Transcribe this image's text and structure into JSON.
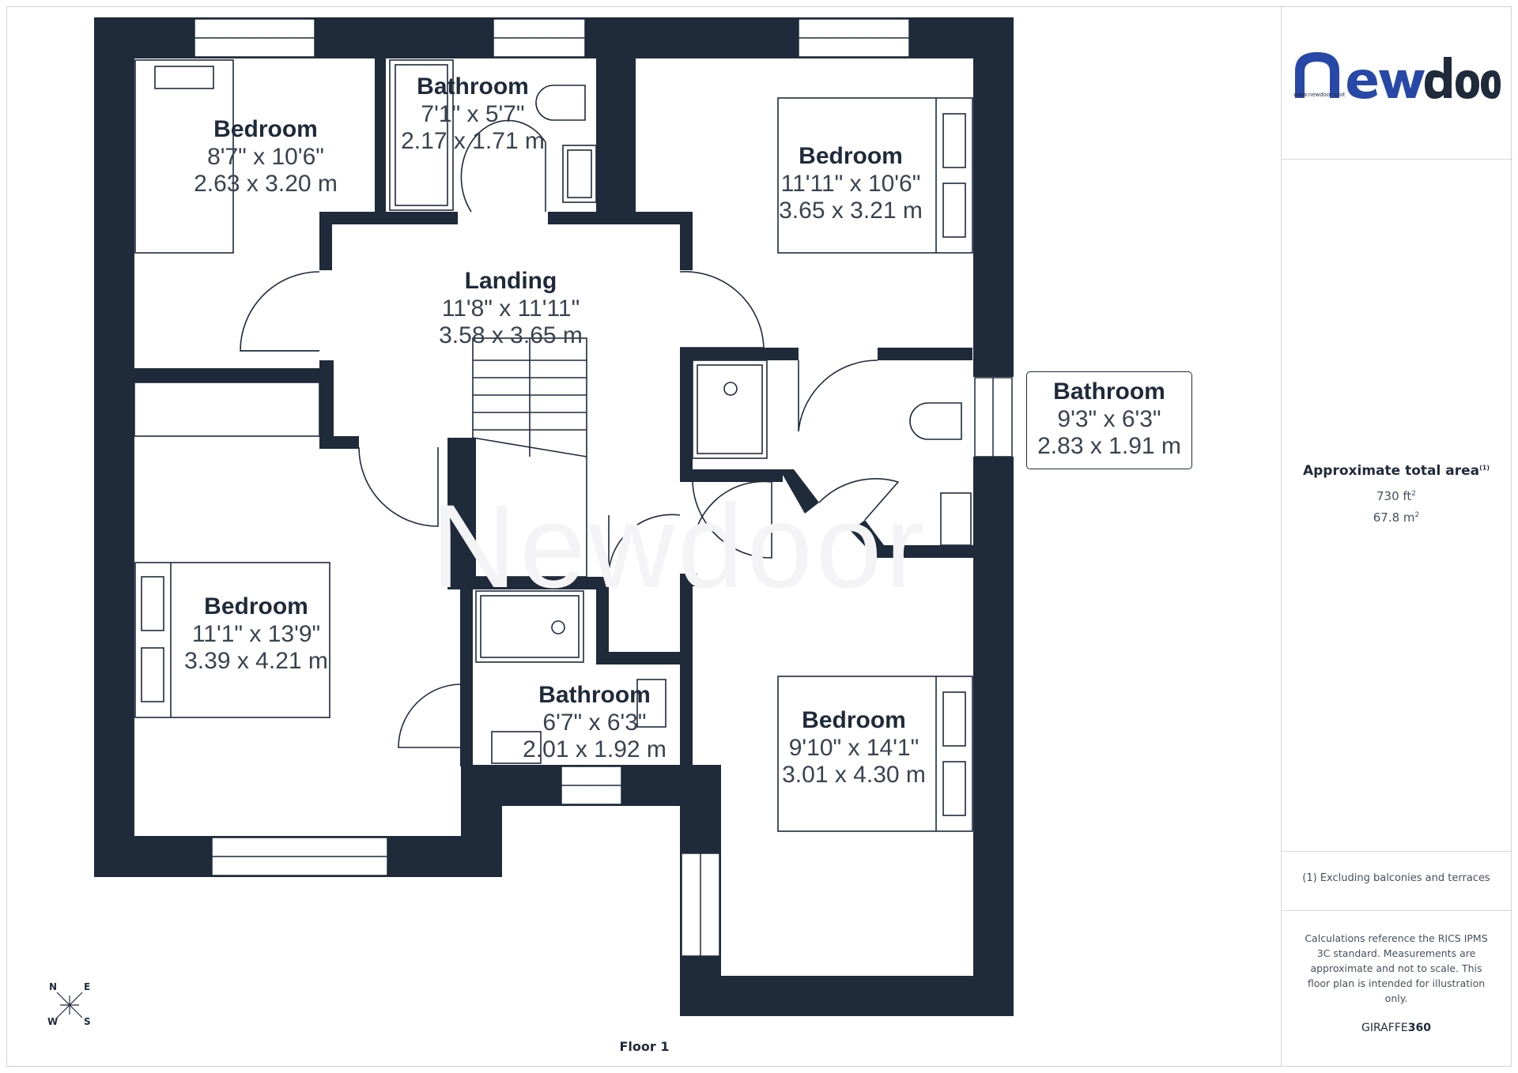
{
  "brand": {
    "logo_text": "Newdoor",
    "logo_url": "www.newdoor.scot"
  },
  "area": {
    "title": "Approximate total area",
    "title_note": "(1)",
    "ft": "730 ft",
    "m": "67.8 m",
    "exp": "2"
  },
  "footnote": "(1) Excluding balconies and terraces",
  "calc_note": "Calculations reference the RICS IPMS 3C standard. Measurements are approximate and not to scale. This floor plan is intended for illustration only.",
  "giraffe": {
    "a": "GIRAFFE",
    "b": "360"
  },
  "floor_label": "Floor 1",
  "compass": {
    "n": "N",
    "e": "E",
    "w": "W",
    "s": "S"
  },
  "rooms": [
    {
      "name": "Bedroom",
      "dim_imperial": "8'7\" x 10'6\"",
      "dim_metric": "2.63 x 3.20 m"
    },
    {
      "name": "Bathroom",
      "dim_imperial": "7'1\" x 5'7\"",
      "dim_metric": "2.17 x 1.71 m"
    },
    {
      "name": "Bedroom",
      "dim_imperial": "11'11\" x 10'6\"",
      "dim_metric": "3.65 x 3.21 m"
    },
    {
      "name": "Landing",
      "dim_imperial": "11'8\" x 11'11\"",
      "dim_metric": "3.58 x 3.65 m"
    },
    {
      "name": "Bathroom",
      "dim_imperial": "9'3\" x 6'3\"",
      "dim_metric": "2.83 x 1.91 m"
    },
    {
      "name": "Bedroom",
      "dim_imperial": "11'1\" x 13'9\"",
      "dim_metric": "3.39 x 4.21 m"
    },
    {
      "name": "Bathroom",
      "dim_imperial": "6'7\" x 6'3\"",
      "dim_metric": "2.01 x 1.92 m"
    },
    {
      "name": "Bedroom",
      "dim_imperial": "9'10\" x 14'1\"",
      "dim_metric": "3.01 x 4.30 m"
    }
  ],
  "colors": {
    "wall": "#1f2a3a",
    "text": "#1f2a3a",
    "muted": "#45505e",
    "border": "#cfd3d8"
  }
}
